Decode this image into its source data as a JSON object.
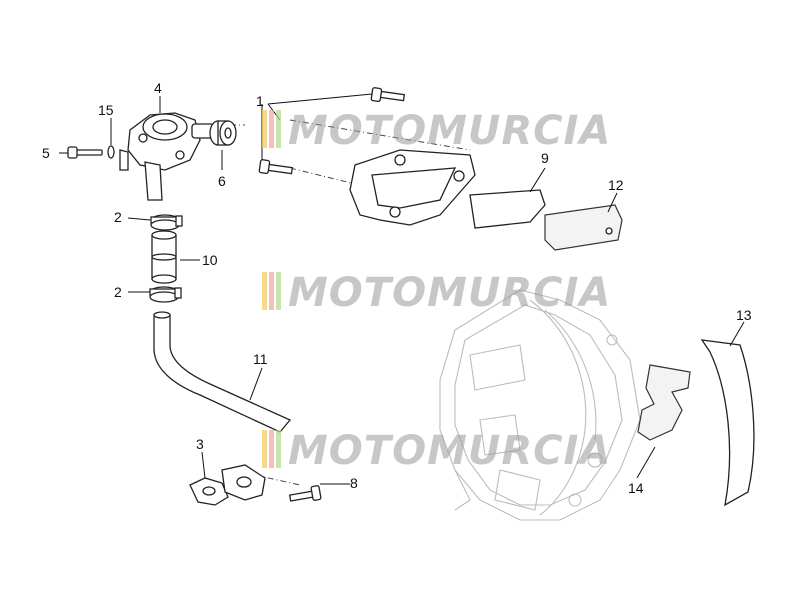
{
  "callouts": [
    {
      "id": "1",
      "text": "1"
    },
    {
      "id": "2a",
      "text": "2"
    },
    {
      "id": "2b",
      "text": "2"
    },
    {
      "id": "3",
      "text": "3"
    },
    {
      "id": "4",
      "text": "4"
    },
    {
      "id": "5",
      "text": "5"
    },
    {
      "id": "6",
      "text": "6"
    },
    {
      "id": "8",
      "text": "8"
    },
    {
      "id": "9",
      "text": "9"
    },
    {
      "id": "10",
      "text": "10"
    },
    {
      "id": "11",
      "text": "11"
    },
    {
      "id": "12",
      "text": "12"
    },
    {
      "id": "13",
      "text": "13"
    },
    {
      "id": "14",
      "text": "14"
    },
    {
      "id": "15",
      "text": "15"
    }
  ],
  "watermark": {
    "text": "MOTOMURCIA",
    "stripe_colors": [
      "#f2c95a",
      "#f4a3a3",
      "#b5d98a"
    ],
    "text_color": "#9a9a9a"
  },
  "colors": {
    "line": "#222222",
    "ghost": "#bdbdbd",
    "background": "#ffffff"
  }
}
